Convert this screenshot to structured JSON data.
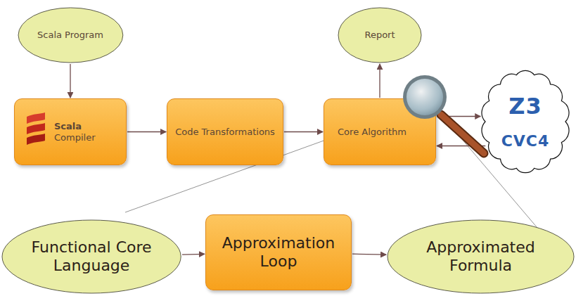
{
  "diagram": {
    "nodes": [
      {
        "text": [
          "Scala Program"
        ]
      },
      {
        "text": [
          "Scala",
          "Compiler"
        ]
      },
      {
        "text": [
          "Code Transformations"
        ]
      },
      {
        "text": [
          "Report"
        ]
      },
      {
        "text": [
          "Core Algorithm"
        ]
      },
      {
        "text": [
          "Z3",
          "CVC4"
        ]
      },
      {
        "text": [
          "Functional Core Language"
        ]
      },
      {
        "text": [
          "Approximation Loop"
        ]
      },
      {
        "text": [
          "Approximated Formula"
        ]
      }
    ],
    "edges": [
      {
        "from": 0,
        "to": 1,
        "arrow": "to"
      },
      {
        "from": 1,
        "to": 2,
        "arrow": "to"
      },
      {
        "from": 2,
        "to": 4,
        "arrow": "to"
      },
      {
        "from": 4,
        "to": 3,
        "arrow": "to"
      },
      {
        "from": 4,
        "to": 5,
        "arrow": "to"
      },
      {
        "from": 5,
        "to": 4,
        "arrow": "to"
      },
      {
        "from": 6,
        "to": 7,
        "arrow": "to"
      },
      {
        "from": 7,
        "to": 8,
        "arrow": "to"
      }
    ]
  }
}
